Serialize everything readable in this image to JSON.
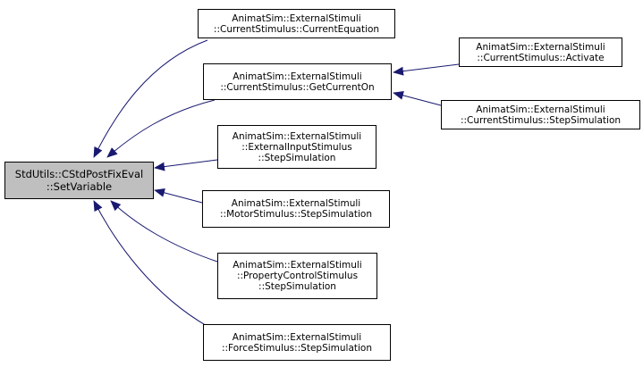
{
  "colors": {
    "edge": "#191970",
    "root_fill": "#bfbfbf",
    "node_fill": "#ffffff",
    "border": "#000000"
  },
  "nodes": {
    "root": {
      "lines": [
        "StdUtils::CStdPostFixEval",
        "::SetVariable"
      ]
    },
    "current_equation": {
      "lines": [
        "AnimatSim::ExternalStimuli",
        "::CurrentStimulus::CurrentEquation"
      ]
    },
    "get_current_on": {
      "lines": [
        "AnimatSim::ExternalStimuli",
        "::CurrentStimulus::GetCurrentOn"
      ]
    },
    "activate": {
      "lines": [
        "AnimatSim::ExternalStimuli",
        "::CurrentStimulus::Activate"
      ]
    },
    "current_step": {
      "lines": [
        "AnimatSim::ExternalStimuli",
        "::CurrentStimulus::StepSimulation"
      ]
    },
    "external_input": {
      "lines": [
        "AnimatSim::ExternalStimuli",
        "::ExternalInputStimulus",
        "::StepSimulation"
      ]
    },
    "motor_step": {
      "lines": [
        "AnimatSim::ExternalStimuli",
        "::MotorStimulus::StepSimulation"
      ]
    },
    "property_control": {
      "lines": [
        "AnimatSim::ExternalStimuli",
        "::PropertyControlStimulus",
        "::StepSimulation"
      ]
    },
    "force_step": {
      "lines": [
        "AnimatSim::ExternalStimuli",
        "::ForceStimulus::StepSimulation"
      ]
    }
  }
}
